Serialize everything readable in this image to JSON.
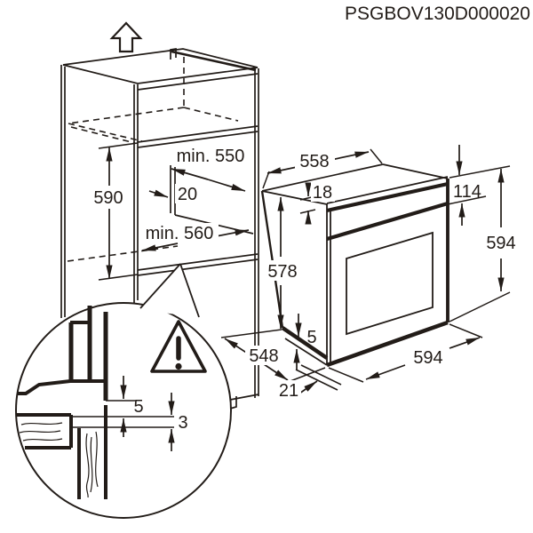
{
  "title": {
    "part_number": "PSGBOV130D000020"
  },
  "cabinet": {
    "dims": {
      "niche_height": "590",
      "niche_depth_top": "min. 550",
      "rear_gap": "20",
      "niche_width_bottom": "min. 560"
    }
  },
  "oven": {
    "dims": {
      "top_width": "558",
      "top_trim": "18",
      "panel_height": "114",
      "front_height": "594",
      "body_height": "578",
      "bottom_trim": "5",
      "body_depth": "548",
      "base_offset": "21",
      "front_width": "594"
    }
  },
  "detail": {
    "dims": {
      "door_gap": "5",
      "shelf_gap": "3"
    }
  },
  "colors": {
    "line": "#221c18",
    "background": "#ffffff"
  }
}
